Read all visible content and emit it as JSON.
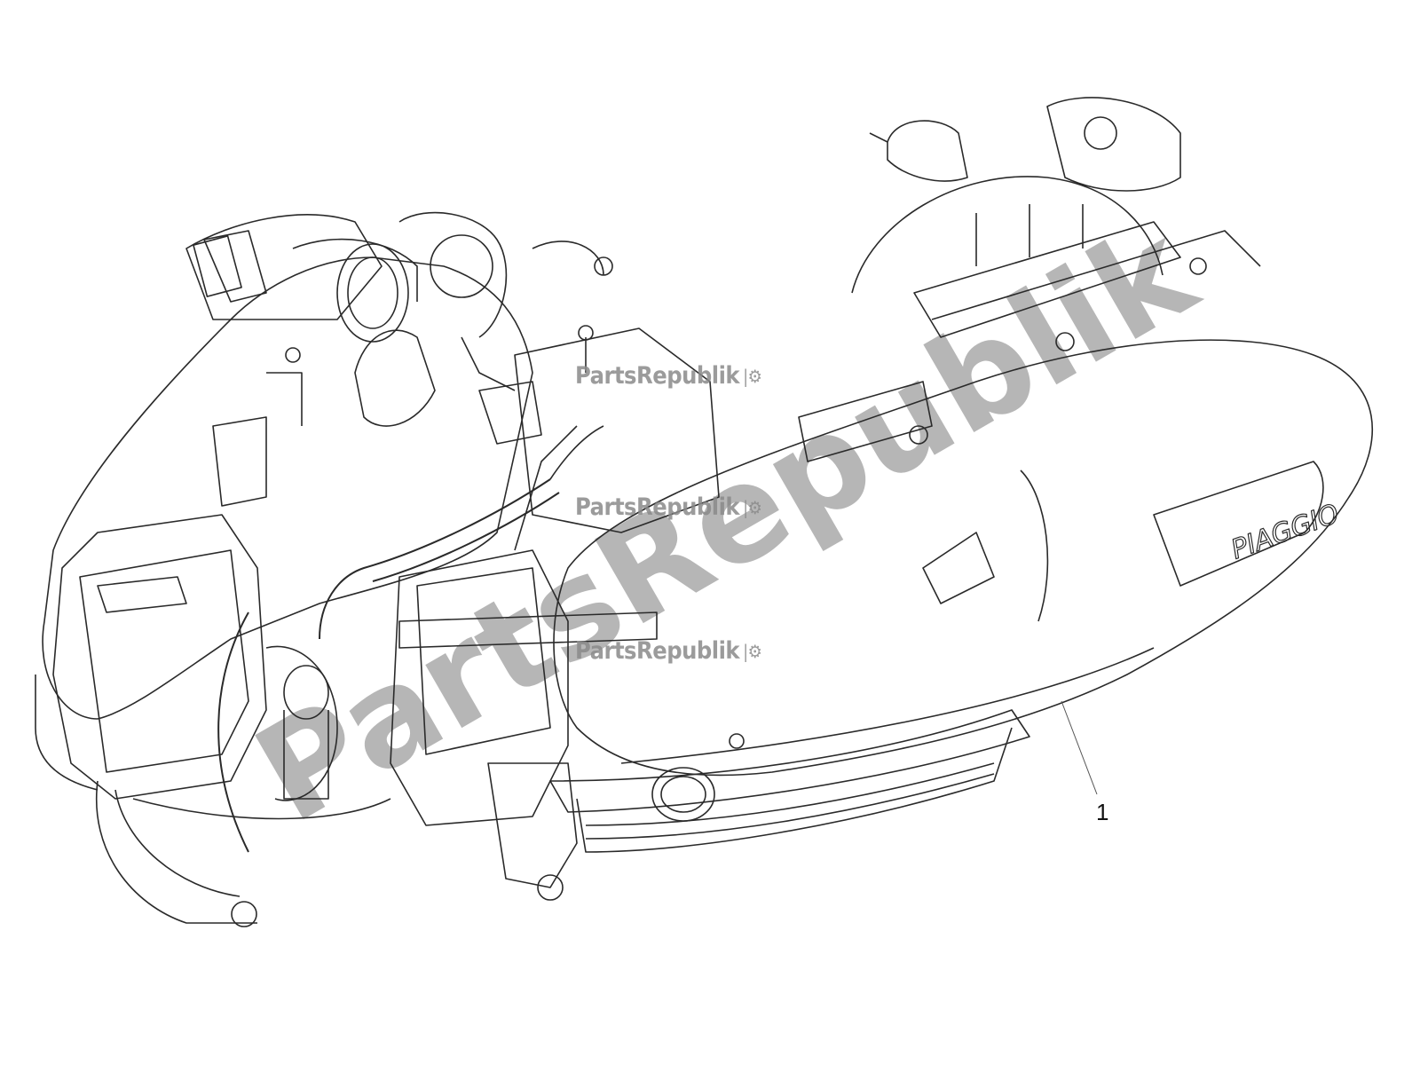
{
  "diagram": {
    "callouts": [
      {
        "label": "1"
      }
    ],
    "logo_text": "PIAGGIO",
    "colors": {
      "line": "#2a2a2a",
      "watermark": "#8a8a8a"
    }
  },
  "watermarks": {
    "small": [
      "PartsRepublik",
      "PartsRepublik",
      "PartsRepublik"
    ],
    "small_icon": "gear-icon",
    "large_diagonal": "PartsRepublik"
  }
}
